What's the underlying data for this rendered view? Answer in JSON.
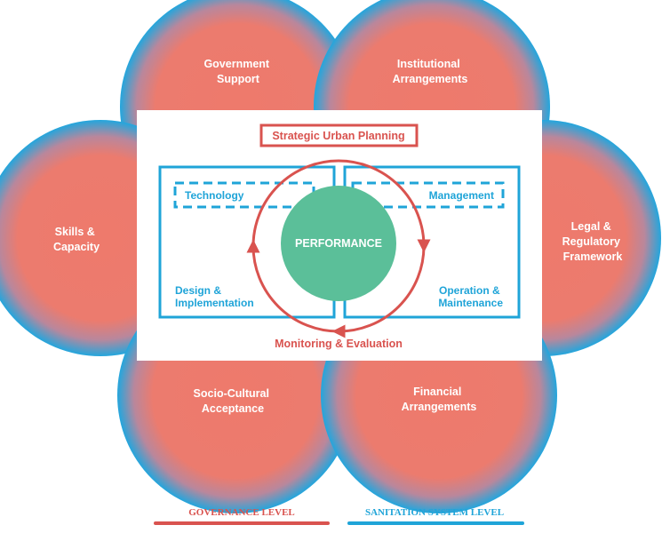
{
  "colors": {
    "governance": "#d9534f",
    "system": "#1fa4d8",
    "circle_core": "#ee7a6c",
    "performance": "#5bbf99",
    "panel": "#ffffff"
  },
  "outer_circles": {
    "government_support": [
      "Government",
      "Support"
    ],
    "institutional_arrangements": [
      "Institutional",
      "Arrangements"
    ],
    "skills_capacity": [
      "Skills &",
      "Capacity"
    ],
    "legal_framework": [
      "Legal &",
      "Regulatory",
      "Framework"
    ],
    "socio_cultural": [
      "Socio-Cultural",
      "Acceptance"
    ],
    "financial_arrangements": [
      "Financial",
      "Arrangements"
    ]
  },
  "center": {
    "strategic_planning": "Strategic Urban Planning",
    "technology": "Technology",
    "management": "Management",
    "performance": "PERFORMANCE",
    "design": [
      "Design &",
      "Implementation"
    ],
    "operation": [
      "Operation &",
      "Maintenance"
    ],
    "monitoring": "Monitoring & Evaluation"
  },
  "legend": {
    "governance": "GOVERNANCE LEVEL",
    "system": "SANITATION SYSTEM LEVEL"
  }
}
